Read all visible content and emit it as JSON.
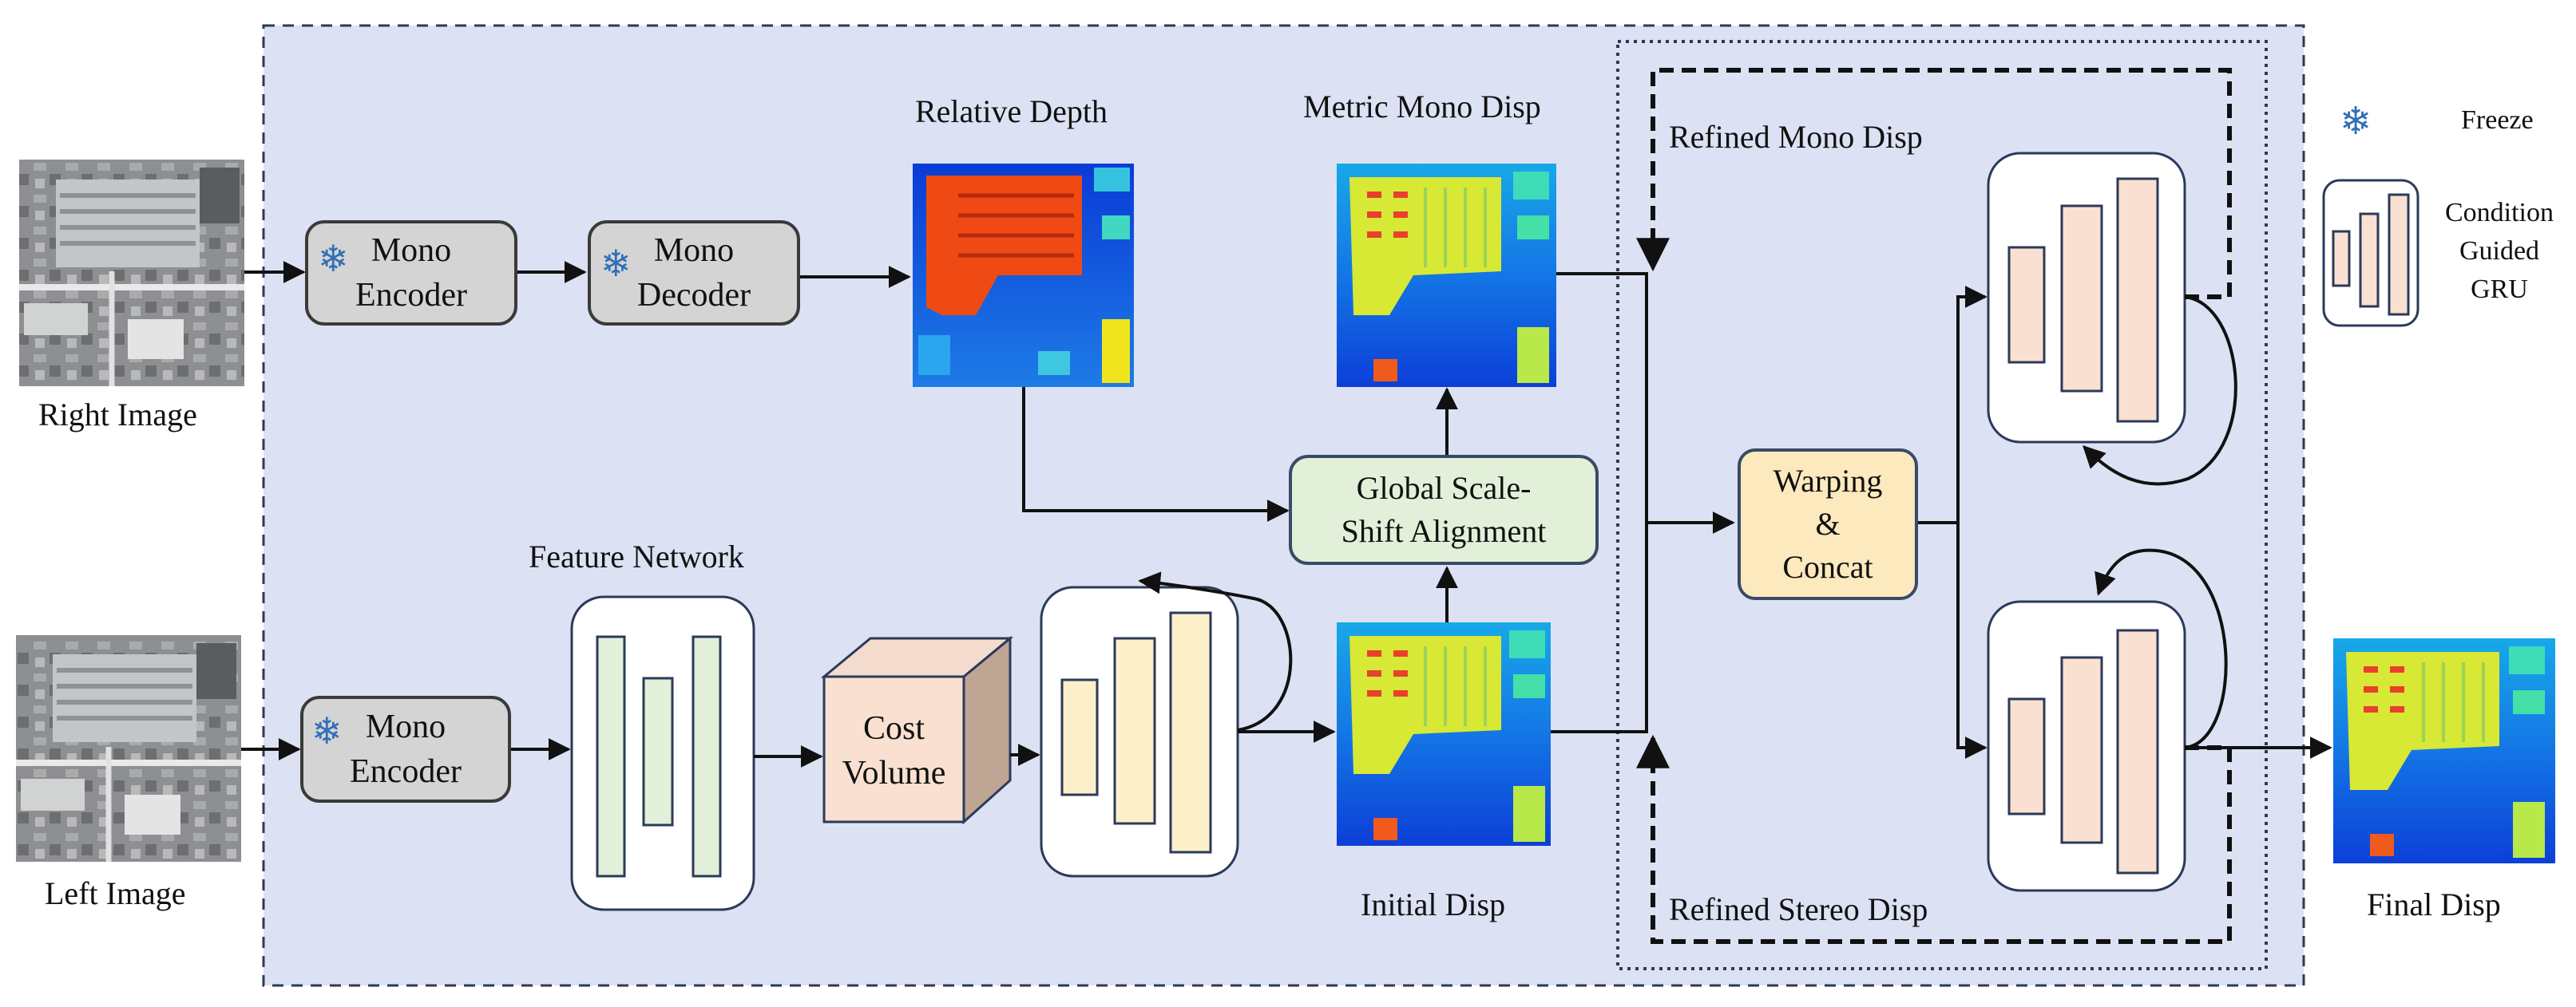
{
  "inputs": {
    "right_image": "Right Image",
    "left_image": "Left Image"
  },
  "mono_top": {
    "encoder_line1": "Mono",
    "encoder_line2": "Encoder",
    "decoder_line1": "Mono",
    "decoder_line2": "Decoder"
  },
  "mono_bottom": {
    "encoder_line1": "Mono",
    "encoder_line2": "Encoder"
  },
  "labels": {
    "relative_depth": "Relative Depth",
    "metric_mono_disp": "Metric Mono Disp",
    "refined_mono_disp": "Refined Mono Disp",
    "feature_network": "Feature Network",
    "initial_disp": "Initial Disp",
    "refined_stereo_disp": "Refined Stereo Disp",
    "final_disp": "Final Disp"
  },
  "blocks": {
    "cost_volume_line1": "Cost",
    "cost_volume_line2": "Volume",
    "global_align_line1": "Global Scale-",
    "global_align_line2": "Shift Alignment",
    "warp_line1": "Warping",
    "warp_line2": "&",
    "warp_line3": "Concat"
  },
  "legend": {
    "freeze": "Freeze",
    "gru_line1": "Condition",
    "gru_line2": "Guided",
    "gru_line3": "GRU"
  },
  "colors": {
    "panel_bg": "#dce2f3",
    "mono_box": "#d4d4d4",
    "feature_bar": "#e3f0d9",
    "gru_yellow_bar": "#fdefc9",
    "gru_pink_bar": "#f9e0d0",
    "align_box": "#e3f0d9",
    "warp_box": "#fde9be",
    "cost_volume": "#f9e0d0",
    "snowflake": "#2f6fb8"
  },
  "icons": {
    "freeze": "snowflake-icon"
  }
}
